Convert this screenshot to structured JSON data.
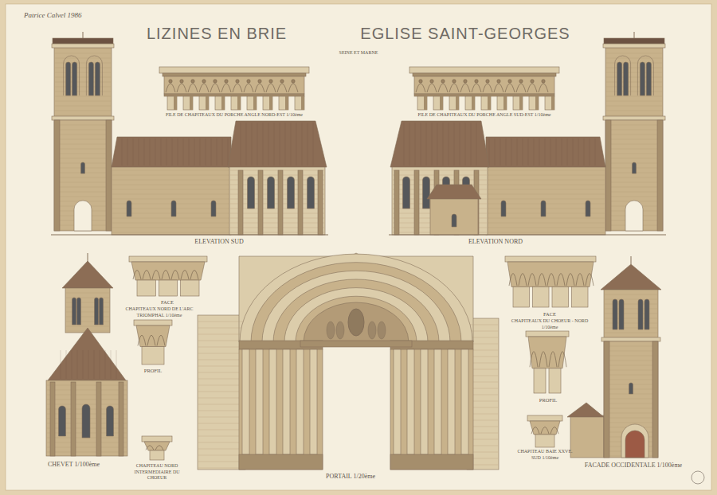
{
  "diagram": {
    "title": "LIZINES EN BRIE",
    "labels": [
      "Patrice Calvel 1986",
      "EGLISE SAINT-GEORGES",
      "SEINE ET MARNE",
      "FILE DE CHAPITEAUX DU PORCHE ANGLE NORD-EST 1/10ème",
      "FILE DE CHAPITEAUX DU PORCHE ANGLE SUD-EST 1/10ème",
      "ELEVATION SUD",
      "ELEVATION NORD",
      "FACE",
      "CHAPITEAUX NORD DE L'ARC TRIOMPHAL 1/10ème",
      "PROFIL",
      "FACE",
      "CHAPITEAUX DU CHOEUR - NORD 1/10ème",
      "PROFIL",
      "CHEVET 1/100ème",
      "CHAPITEAU NORD INTERMEDIAIRE DU CHOEUR",
      "PORTAIL 1/20ème",
      "CHAPITEAU BAIE XXVE. SUD 1/10ème",
      "FACADE OCCIDENTALE 1/100ème"
    ]
  }
}
